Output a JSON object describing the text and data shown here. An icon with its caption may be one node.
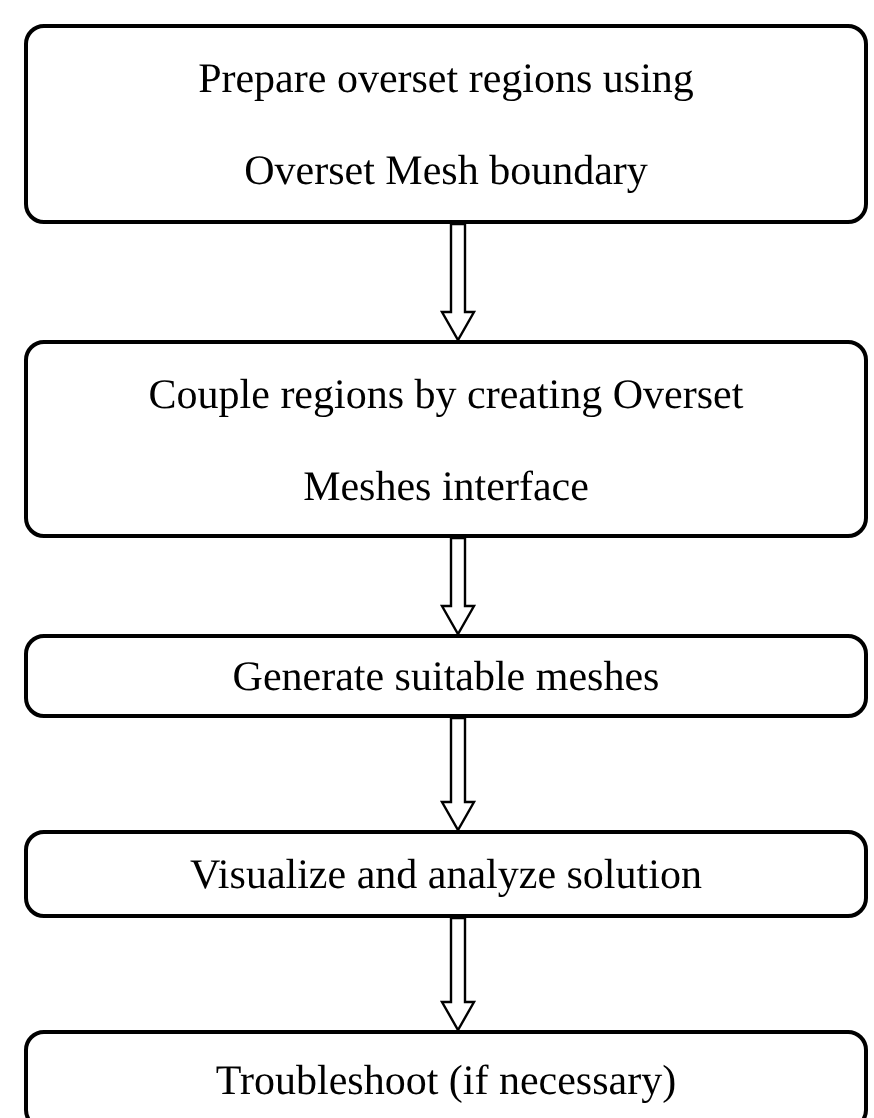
{
  "diagram": {
    "nodes": [
      {
        "text": [
          "Prepare overset regions using Overset Mesh boundary"
        ]
      },
      {
        "text": [
          "Couple regions by creating Overset Meshes interface"
        ]
      },
      {
        "text": [
          "Generate suitable meshes"
        ]
      },
      {
        "text": [
          "Visualize and analyze solution"
        ]
      },
      {
        "text": [
          "Troubleshoot (if necessary)"
        ]
      }
    ],
    "edges": [
      {
        "from": 0,
        "to": 1,
        "arrow": "to"
      },
      {
        "from": 1,
        "to": 2,
        "arrow": "to"
      },
      {
        "from": 2,
        "to": 3,
        "arrow": "to"
      },
      {
        "from": 3,
        "to": 4,
        "arrow": "to"
      }
    ]
  }
}
